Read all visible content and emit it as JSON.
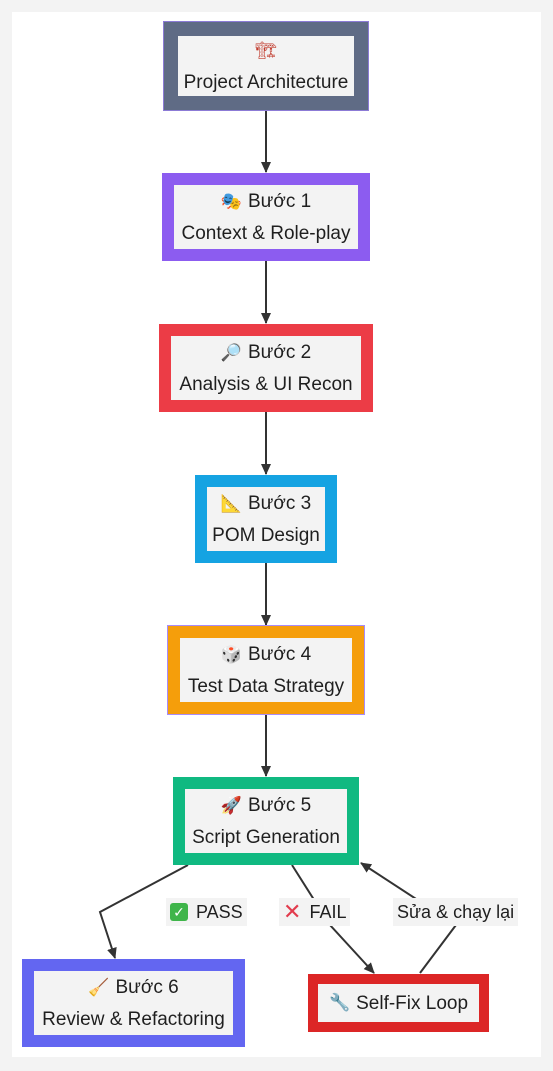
{
  "colors": {
    "background": "#ffffff",
    "node_fill": "#f3f3f3",
    "edge": "#333333",
    "architecture": "#5f6b85",
    "step1": "#8c5cf0",
    "step2": "#ec3c46",
    "step3": "#15a3e2",
    "step4": "#f59e0b",
    "step5": "#10b981",
    "step6": "#6366f1",
    "selffix": "#dc2626"
  },
  "nodes": {
    "architecture": {
      "icon": "construction-icon",
      "glyph": "🏗",
      "title": "Project Architecture"
    },
    "step1": {
      "icon": "theater-masks-icon",
      "glyph": "🎭",
      "title": "Bước 1",
      "subtitle": "Context & Role-play"
    },
    "step2": {
      "icon": "magnifier-icon",
      "glyph": "🔎",
      "title": "Bước 2",
      "subtitle": "Analysis & UI Recon"
    },
    "step3": {
      "icon": "triangle-ruler-icon",
      "glyph": "📐",
      "title": "Bước 3",
      "subtitle": "POM Design"
    },
    "step4": {
      "icon": "dice-icon",
      "glyph": "🎲",
      "title": "Bước 4",
      "subtitle": "Test Data Strategy"
    },
    "step5": {
      "icon": "rocket-icon",
      "glyph": "🚀",
      "title": "Bước 5",
      "subtitle": "Script Generation"
    },
    "step6": {
      "icon": "broom-icon",
      "glyph": "🧹",
      "title": "Bước 6",
      "subtitle": "Review & Refactoring"
    },
    "selffix": {
      "icon": "wrench-icon",
      "glyph": "🔧",
      "title": "Self-Fix Loop"
    }
  },
  "edge_labels": {
    "pass": {
      "icon": "check-icon",
      "text": "PASS"
    },
    "fail": {
      "icon": "cross-icon",
      "text": "FAIL"
    },
    "retry": {
      "text": "Sửa & chạy lại"
    }
  }
}
